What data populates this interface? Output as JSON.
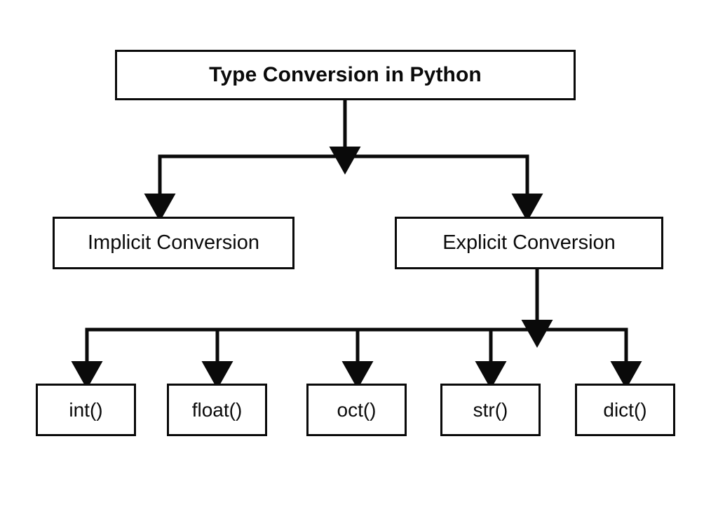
{
  "diagram": {
    "title": "Type Conversion in Python",
    "type": "tree-flowchart",
    "colors": {
      "background": "#ffffff",
      "stroke": "#0a0a0a",
      "text": "#0a0a0a",
      "node_fill": "#ffffff"
    },
    "root": {
      "label": "Type Conversion in Python"
    },
    "branches": [
      {
        "label": "Implicit Conversion"
      },
      {
        "label": "Explicit Conversion"
      }
    ],
    "leaves": [
      {
        "label": "int()"
      },
      {
        "label": "float()"
      },
      {
        "label": "oct()"
      },
      {
        "label": "str()"
      },
      {
        "label": "dict()"
      }
    ],
    "connectors": {
      "root_to_split_arrow": "arrow-down-icon",
      "split_bar_upper": "horizontal-connector",
      "branch_arrows": [
        "arrow-down-icon",
        "arrow-down-icon"
      ],
      "explicit_to_split_arrow": "arrow-down-icon",
      "split_bar_lower": "horizontal-connector",
      "leaf_arrows": [
        "arrow-down-icon",
        "arrow-down-icon",
        "arrow-down-icon",
        "arrow-down-icon",
        "arrow-down-icon"
      ]
    }
  }
}
